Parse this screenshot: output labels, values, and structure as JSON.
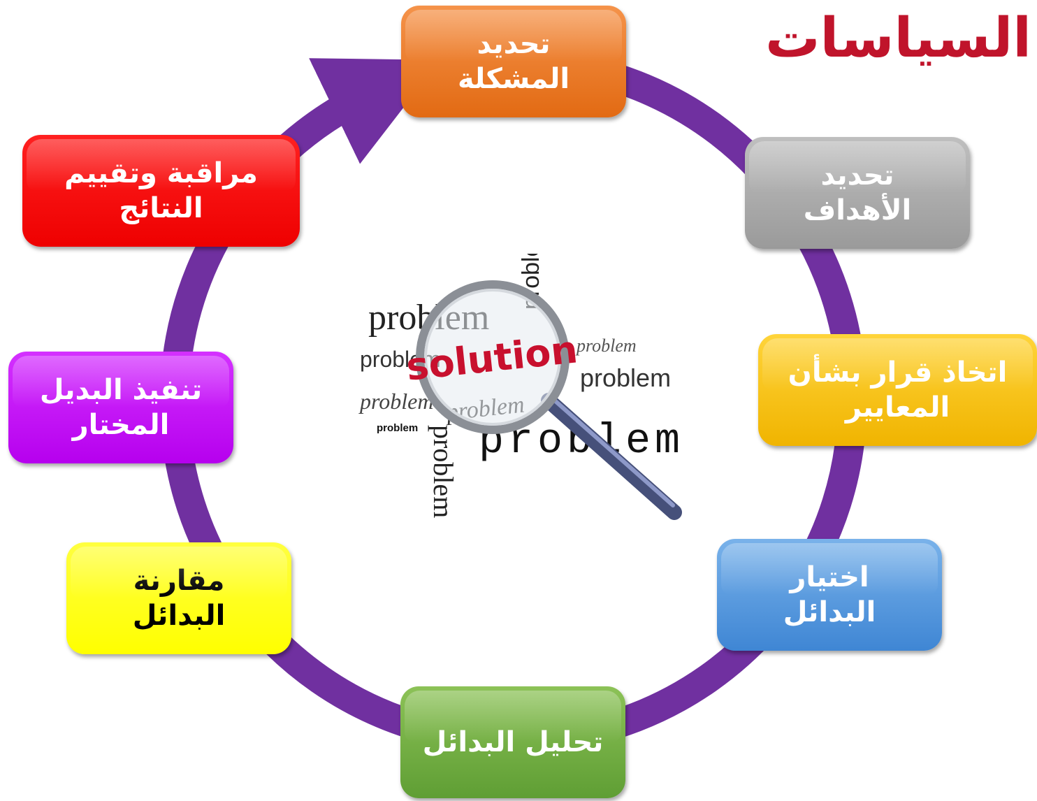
{
  "title": "السياسات",
  "colors": {
    "cycle": "#7030a0",
    "title": "#c0142b"
  },
  "steps": [
    {
      "id": "problem",
      "label": "تحديد\nالمشكلة",
      "color_top": "#f5934a",
      "color_bottom": "#e26a13",
      "text_color": "#ffffff"
    },
    {
      "id": "objectives",
      "label": "تحديد\nالأهداف",
      "color_top": "#bfbfbf",
      "color_bottom": "#9a9a9a",
      "text_color": "#ffffff"
    },
    {
      "id": "criteria",
      "label": "اتخاذ قرار بشأن\nالمعايير",
      "color_top": "#ffd43a",
      "color_bottom": "#f0b400",
      "text_color": "#ffffff"
    },
    {
      "id": "select",
      "label": "اختيار\nالبدائل",
      "color_top": "#79b2ea",
      "color_bottom": "#3f86d4",
      "text_color": "#ffffff"
    },
    {
      "id": "analyze",
      "label": "تحليل البدائل",
      "color_top": "#8cc257",
      "color_bottom": "#5f9e34",
      "text_color": "#ffffff"
    },
    {
      "id": "compare",
      "label": "مقارنة\nالبدائل",
      "color_top": "#ffff40",
      "color_bottom": "#ffff00",
      "text_color": "#000000"
    },
    {
      "id": "implement",
      "label": "تنفيذ البديل\nالمختار",
      "color_top": "#d431ff",
      "color_bottom": "#b600ee",
      "text_color": "#ffffff"
    },
    {
      "id": "monitor",
      "label": "مراقبة وتقييم\nالنتائج",
      "color_top": "#ff2020",
      "color_bottom": "#ee0000",
      "text_color": "#ffffff"
    }
  ],
  "center_image": {
    "words": [
      "problem",
      "problem",
      "problem",
      "problem",
      "problem",
      "problem",
      "problem",
      "problem",
      "problem",
      "problem"
    ],
    "highlight": "solution",
    "icon": "magnifying-glass-icon"
  }
}
